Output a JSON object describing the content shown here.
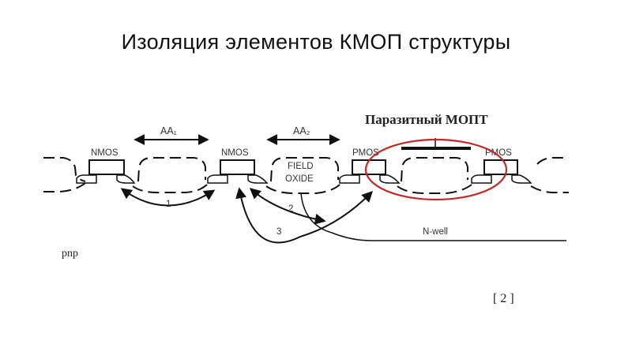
{
  "slide": {
    "title": "Изоляция элементов КМОП структуры",
    "reference": "[ 2 ]"
  },
  "diagram": {
    "transistors": [
      {
        "label": "NMOS"
      },
      {
        "label": "NMOS"
      },
      {
        "label": "PMOS"
      },
      {
        "label": "PMOS"
      }
    ],
    "active_areas": [
      {
        "label": "AA₁"
      },
      {
        "label": "AA₂"
      }
    ],
    "field_oxide": {
      "line1": "FIELD",
      "line2": "OXIDE"
    },
    "parasitic": {
      "label": "Паразитный МОПТ",
      "highlight_color": "#c0282a"
    },
    "leakage_paths": [
      {
        "label": "1"
      },
      {
        "label": "2"
      },
      {
        "label": "3"
      }
    ],
    "nwell": {
      "label": "N-well"
    },
    "pnp_label": "pnp"
  }
}
